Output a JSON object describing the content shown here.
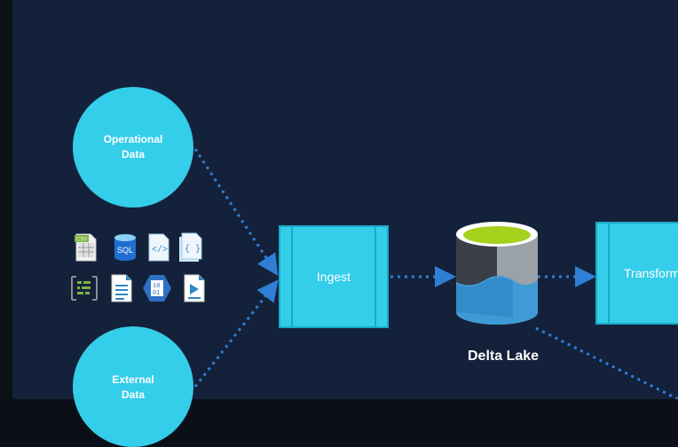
{
  "nodes": {
    "operational_data": {
      "label": "Operational\nData"
    },
    "external_data": {
      "label": "External\nData"
    },
    "ingest": {
      "label": "Ingest"
    },
    "transform": {
      "label": "Transform"
    },
    "delta_lake": {
      "label": "Delta Lake"
    }
  },
  "source_icons": [
    {
      "name": "csv-file-icon",
      "text": "CSV"
    },
    {
      "name": "sql-database-icon",
      "text": "SQL"
    },
    {
      "name": "code-file-icon",
      "text": "</>"
    },
    {
      "name": "json-file-icon",
      "text": "{ }"
    },
    {
      "name": "log-stream-icon",
      "text": ""
    },
    {
      "name": "document-icon",
      "text": ""
    },
    {
      "name": "binary-hexagon-icon",
      "text": "10\n01"
    },
    {
      "name": "media-file-icon",
      "text": ""
    }
  ],
  "colors": {
    "background": "#14213a",
    "node_fill": "#34cdea",
    "node_border": "#1aa8c8",
    "arrow": "#2f7fd6",
    "lake_top": "#a6d11d",
    "lake_dark": "#3a3f46",
    "lake_light": "#9aa1a8",
    "lake_water": "#3f9bd6"
  }
}
